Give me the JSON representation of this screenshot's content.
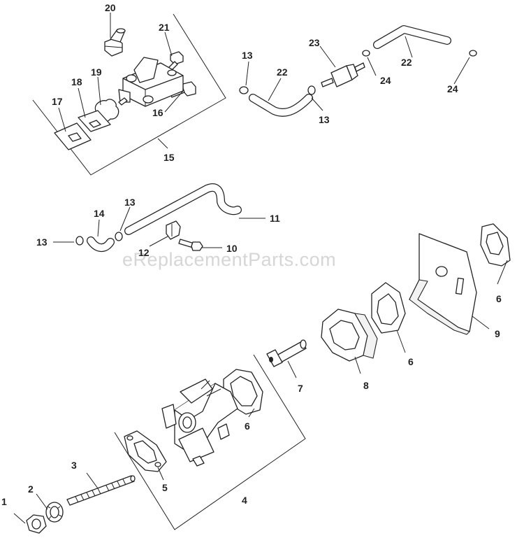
{
  "watermark": "eReplacementParts.com",
  "callouts": {
    "c1": "1",
    "c2": "2",
    "c3": "3",
    "c4": "4",
    "c5": "5",
    "c6a": "6",
    "c6b": "6",
    "c6c": "6",
    "c7": "7",
    "c8": "8",
    "c9": "9",
    "c10": "10",
    "c11": "11",
    "c12": "12",
    "c13a": "13",
    "c13b": "13",
    "c13c": "13",
    "c13d": "13",
    "c14": "14",
    "c15": "15",
    "c16": "16",
    "c17": "17",
    "c18": "18",
    "c19": "19",
    "c20": "20",
    "c21": "21",
    "c22a": "22",
    "c22b": "22",
    "c23": "23",
    "c24a": "24",
    "c24b": "24"
  }
}
